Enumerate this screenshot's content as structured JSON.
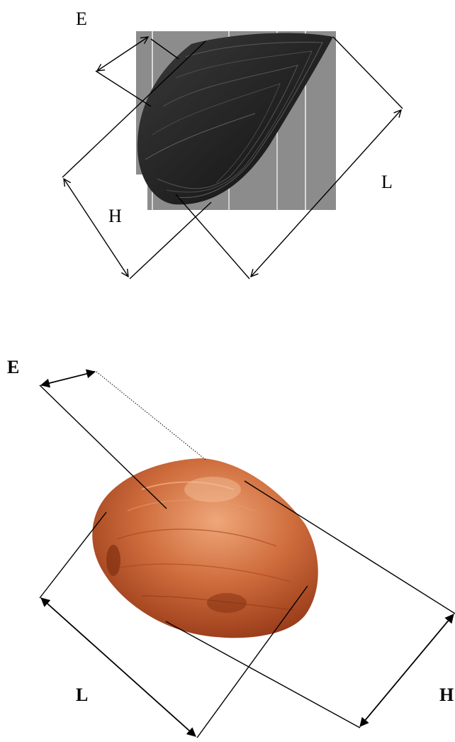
{
  "mussel_figure": {
    "labels": {
      "e": "E",
      "h": "H",
      "l": "L"
    },
    "colors": {
      "background_panel": "#8c8c8c",
      "shell": "#222222"
    }
  },
  "clam_figure": {
    "labels": {
      "e": "E",
      "l": "L",
      "h": "H"
    },
    "colors": {
      "shell_dark": "#9b3a16",
      "shell_mid": "#c7653a",
      "shell_light": "#e89a6c"
    }
  }
}
